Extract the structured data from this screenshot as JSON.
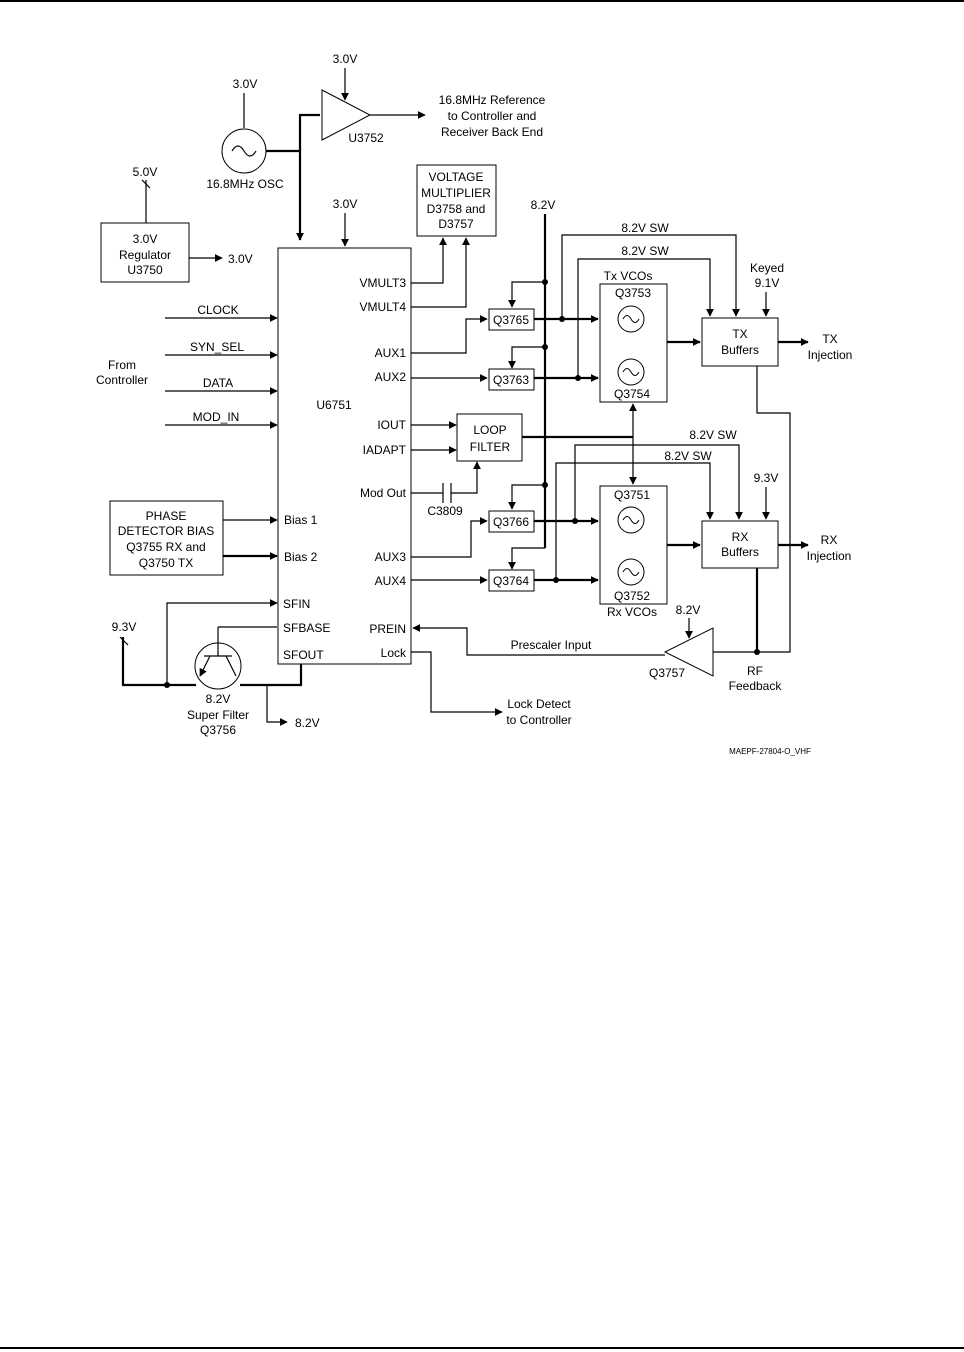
{
  "osc": {
    "supply": "3.0V",
    "label": "16.8MHz OSC"
  },
  "buffer_u3752": {
    "supply": "3.0V",
    "ref": "U3752"
  },
  "reference_output": {
    "line1": "16.8MHz Reference",
    "line2": "to Controller and",
    "line3": "Receiver Back End"
  },
  "regulator": {
    "input": "5.0V",
    "line1": "3.0V",
    "line2": "Regulator",
    "line3": "U3750",
    "output": "3.0V"
  },
  "ic_supply": "3.0V",
  "voltage_multiplier": {
    "line1": "VOLTAGE",
    "line2": "MULTIPLIER",
    "line3": "D3758 and",
    "line4": "D3757"
  },
  "synth_ic": {
    "ref": "U6751",
    "pins": {
      "vmult3": "VMULT3",
      "vmult4": "VMULT4",
      "aux1": "AUX1",
      "aux2": "AUX2",
      "iout": "IOUT",
      "iadapt": "IADAPT",
      "mod_out": "Mod Out",
      "aux3": "AUX3",
      "aux4": "AUX4",
      "prein": "PREIN",
      "lock": "Lock",
      "bias1": "Bias 1",
      "bias2": "Bias 2",
      "sfin": "SFIN",
      "sfbase": "SFBASE",
      "sfout": "SFOUT"
    }
  },
  "controller_inputs": {
    "label_line1": "From",
    "label_line2": "Controller",
    "signals": [
      "CLOCK",
      "SYN_SEL",
      "DATA",
      "MOD_IN"
    ]
  },
  "phase_detector_bias": {
    "line1": "PHASE",
    "line2": "DETECTOR BIAS",
    "line3": "Q3755 RX and",
    "line4": "Q3750 TX"
  },
  "loop_filter": {
    "line1": "LOOP",
    "line2": "FILTER"
  },
  "capacitor": "C3809",
  "switches": {
    "q3765": "Q3765",
    "q3763": "Q3763",
    "q3766": "Q3766",
    "q3764": "Q3764"
  },
  "supply_8v2": "8.2V",
  "sw_labels": {
    "tx_sw1": "8.2V SW",
    "tx_sw2": "8.2V SW",
    "rx_sw1": "8.2V SW",
    "rx_sw2": "8.2V SW"
  },
  "tx_vcos": {
    "title": "Tx VCOs",
    "top": "Q3753",
    "bottom": "Q3754"
  },
  "rx_vcos": {
    "title": "Rx VCOs",
    "top": "Q3751",
    "bottom": "Q3752"
  },
  "tx_buffers": {
    "line1": "TX",
    "line2": "Buffers",
    "keyed_line1": "Keyed",
    "keyed_line2": "9.1V",
    "out_line1": "TX",
    "out_line2": "Injection"
  },
  "rx_buffers": {
    "line1": "RX",
    "line2": "Buffers",
    "supply": "9.3V",
    "out_line1": "RX",
    "out_line2": "Injection"
  },
  "prescaler": {
    "label": "Prescaler Input",
    "supply": "8.2V",
    "ref": "Q3757",
    "feedback_line1": "RF",
    "feedback_line2": "Feedback"
  },
  "super_filter": {
    "input": "9.3V",
    "line1": "8.2V",
    "line2": "Super Filter",
    "line3": "Q3756",
    "output": "8.2V"
  },
  "lock_detect": {
    "line1": "Lock Detect",
    "line2": "to Controller"
  },
  "figure_id": "MAEPF-27804-O_VHF"
}
